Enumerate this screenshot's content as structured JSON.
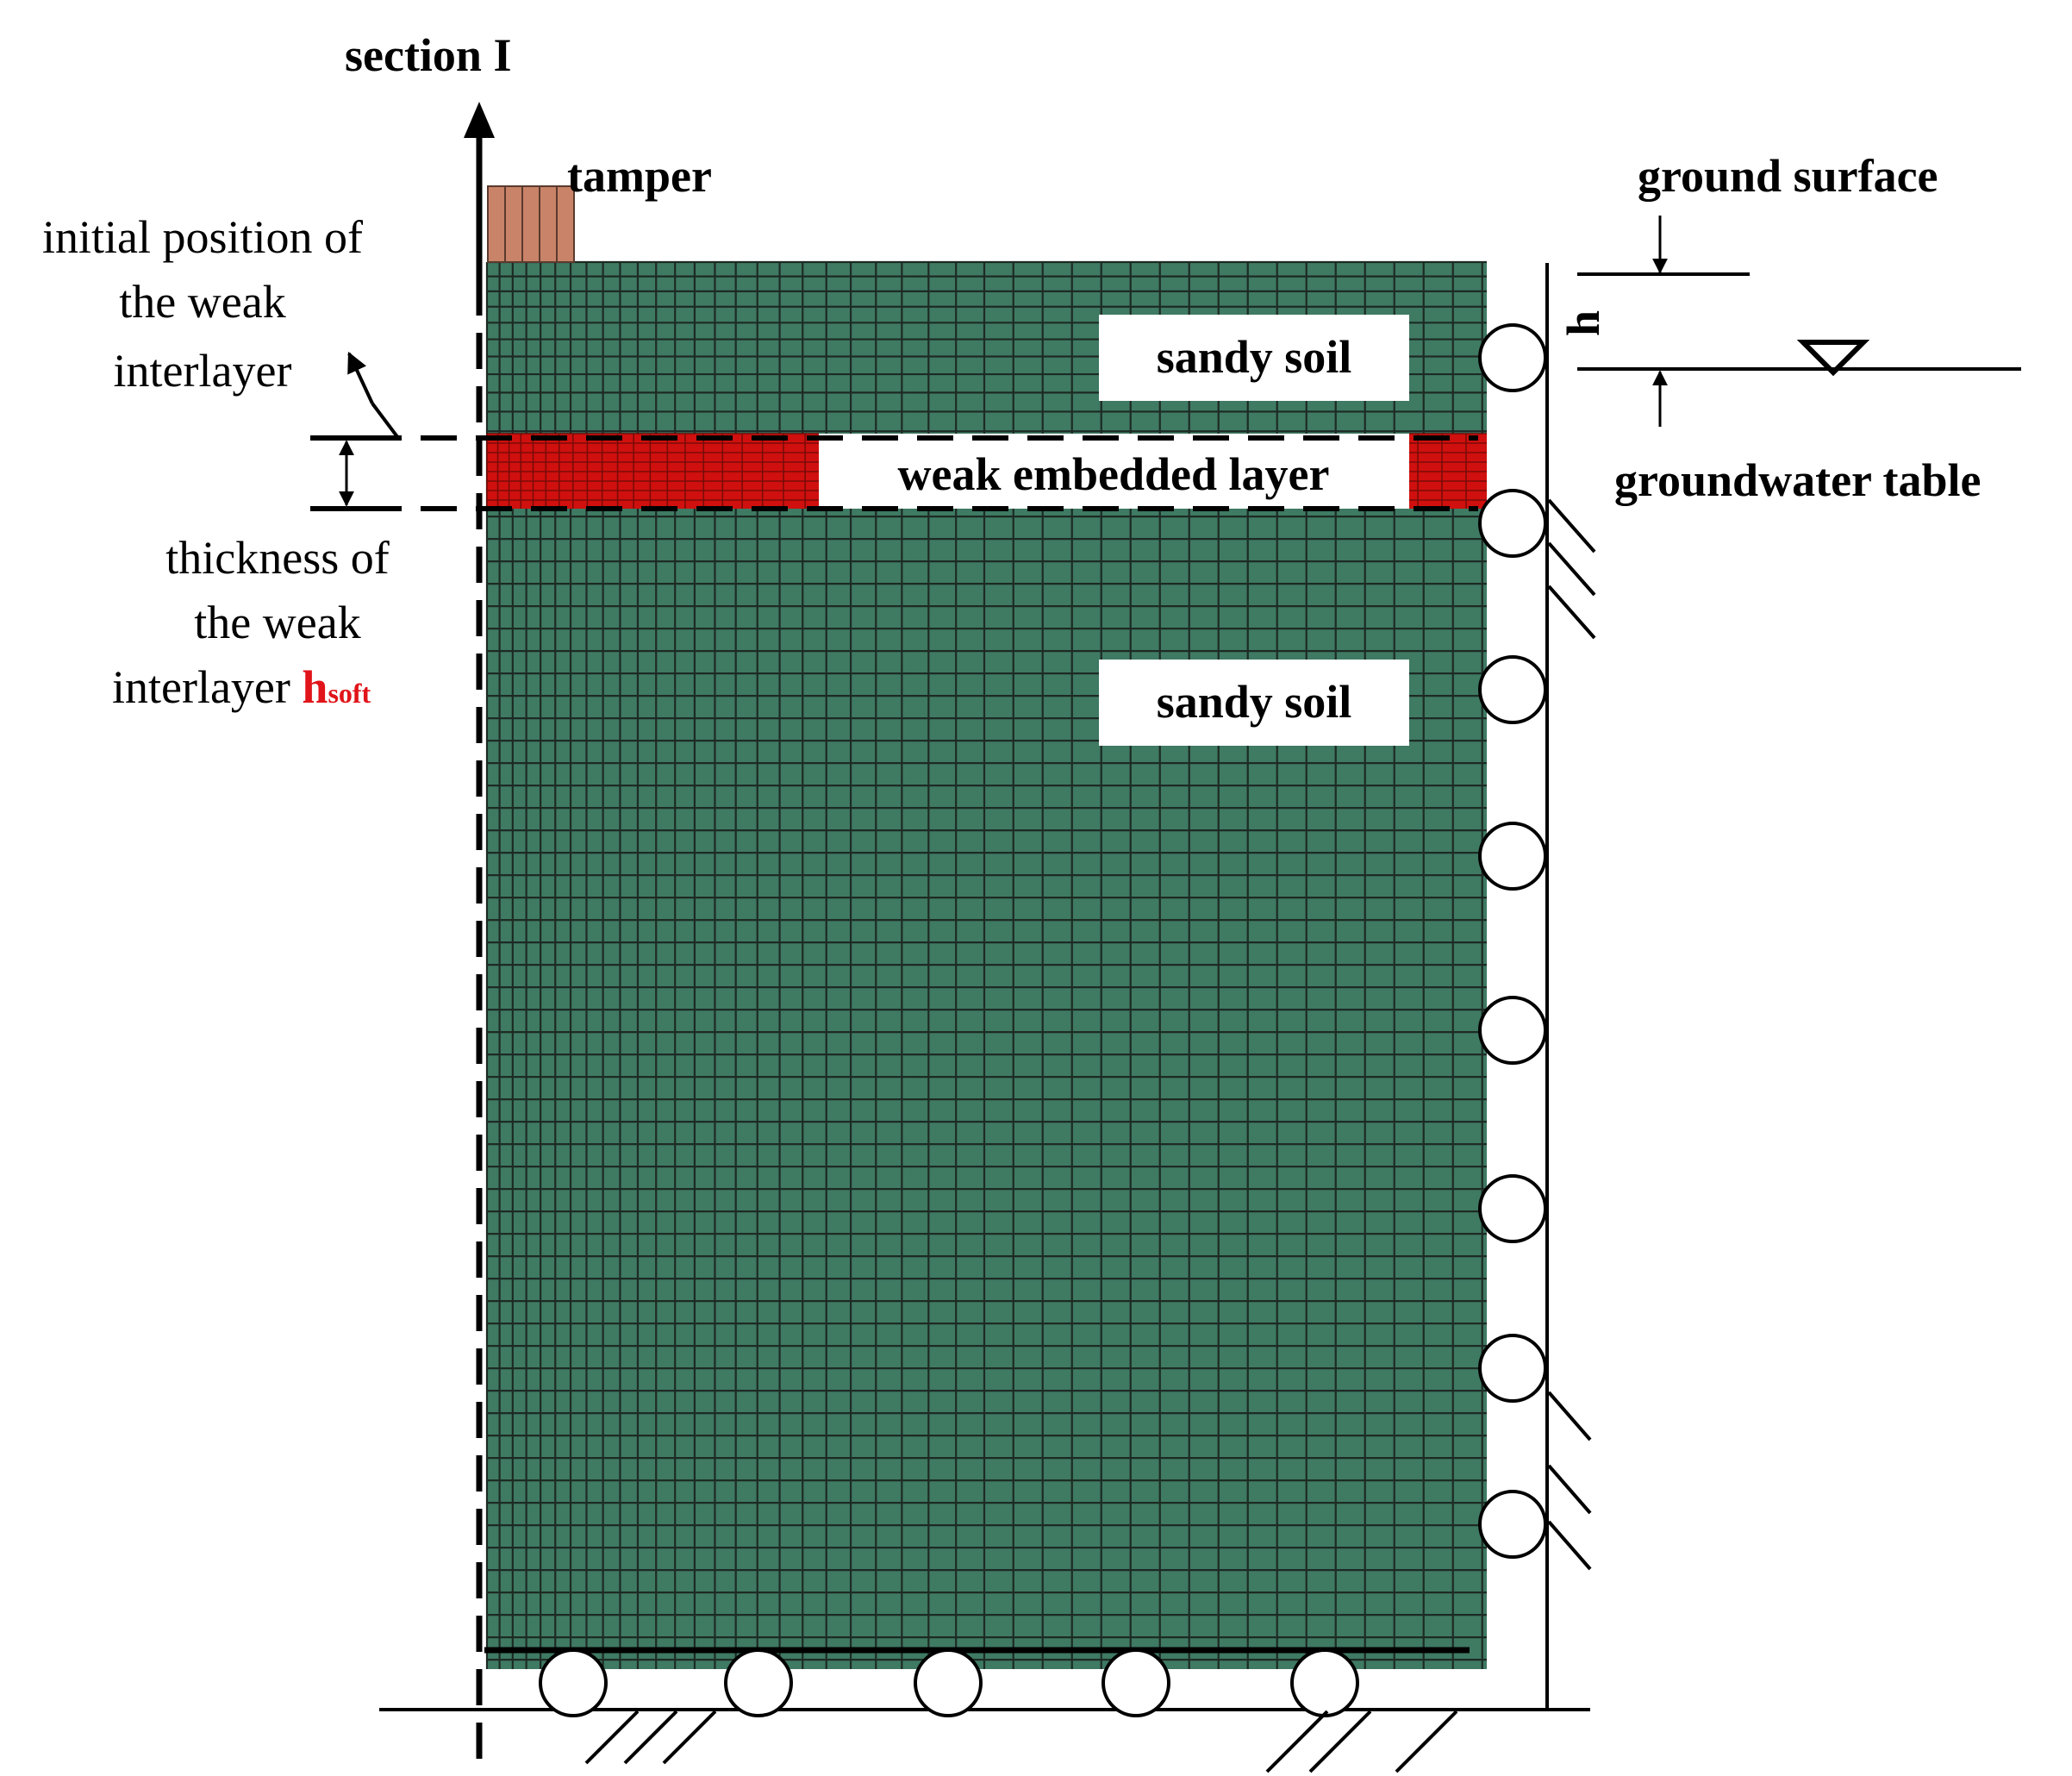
{
  "labels": {
    "section": "section I",
    "tamper": "tamper",
    "ground_surface": "ground surface",
    "groundwater_table": "groundwater table",
    "h": "h",
    "sandy_soil_top": "sandy soil",
    "sandy_soil_bottom": "sandy soil",
    "weak_layer": "weak embedded layer",
    "initial_position_line1": "initial position of",
    "initial_position_line2": "the weak",
    "initial_position_line3": "interlayer",
    "thickness_line1": "thickness of",
    "thickness_line2": "the weak",
    "thickness_line3_main": "interlayer ",
    "thickness_line3_sym": "h",
    "thickness_line3_sub": "soft"
  },
  "colors": {
    "soil": "#3f7a63",
    "soil_grid": "#1d2b24",
    "weak_layer": "#d0100e",
    "tamper": "#c98368",
    "label_red": "#e0141a",
    "line": "#000000"
  }
}
